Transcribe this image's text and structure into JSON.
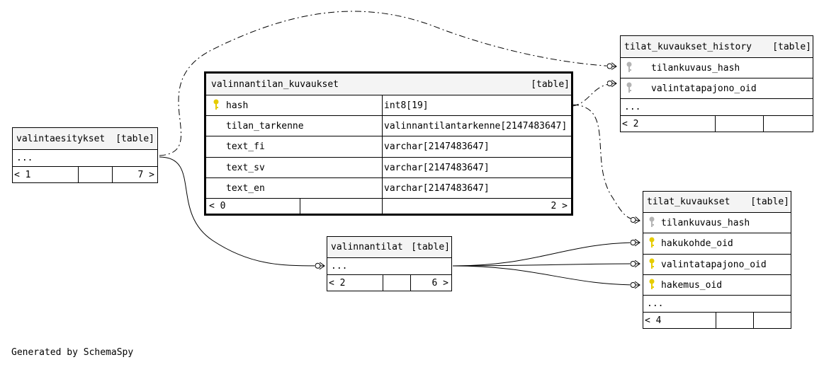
{
  "generated_by": "Generated by SchemaSpy",
  "tag": "[table]",
  "ellipsis": "...",
  "tables": {
    "valintaesitykset": {
      "name": "valintaesitykset",
      "parents": "< 1",
      "children": "7 >"
    },
    "valinnantilan_kuvaukset": {
      "name": "valinnantilan_kuvaukset",
      "columns": [
        {
          "name": "hash",
          "type": "int8[19]",
          "key": "primary"
        },
        {
          "name": "tilan_tarkenne",
          "type": "valinnantilantarkenne[2147483647]"
        },
        {
          "name": "text_fi",
          "type": "varchar[2147483647]"
        },
        {
          "name": "text_sv",
          "type": "varchar[2147483647]"
        },
        {
          "name": "text_en",
          "type": "varchar[2147483647]"
        }
      ],
      "parents": "< 0",
      "children": "2 >"
    },
    "tilat_kuvaukset_history": {
      "name": "tilat_kuvaukset_history",
      "columns": [
        {
          "name": "tilankuvaus_hash",
          "key": "foreign"
        },
        {
          "name": "valintatapajono_oid",
          "key": "foreign"
        }
      ],
      "parents": "< 2",
      "children": ""
    },
    "valinnantilat": {
      "name": "valinnantilat",
      "parents": "< 2",
      "children": "6 >"
    },
    "tilat_kuvaukset": {
      "name": "tilat_kuvaukset",
      "columns": [
        {
          "name": "tilankuvaus_hash",
          "key": "foreign"
        },
        {
          "name": "hakukohde_oid",
          "key": "primary"
        },
        {
          "name": "valintatapajono_oid",
          "key": "primary"
        },
        {
          "name": "hakemus_oid",
          "key": "primary"
        }
      ],
      "parents": "< 4",
      "children": ""
    }
  },
  "colors": {
    "primary_key": "#e6cc00",
    "foreign_key": "#b4b4b4",
    "header_bg": "#f4f4f4"
  }
}
